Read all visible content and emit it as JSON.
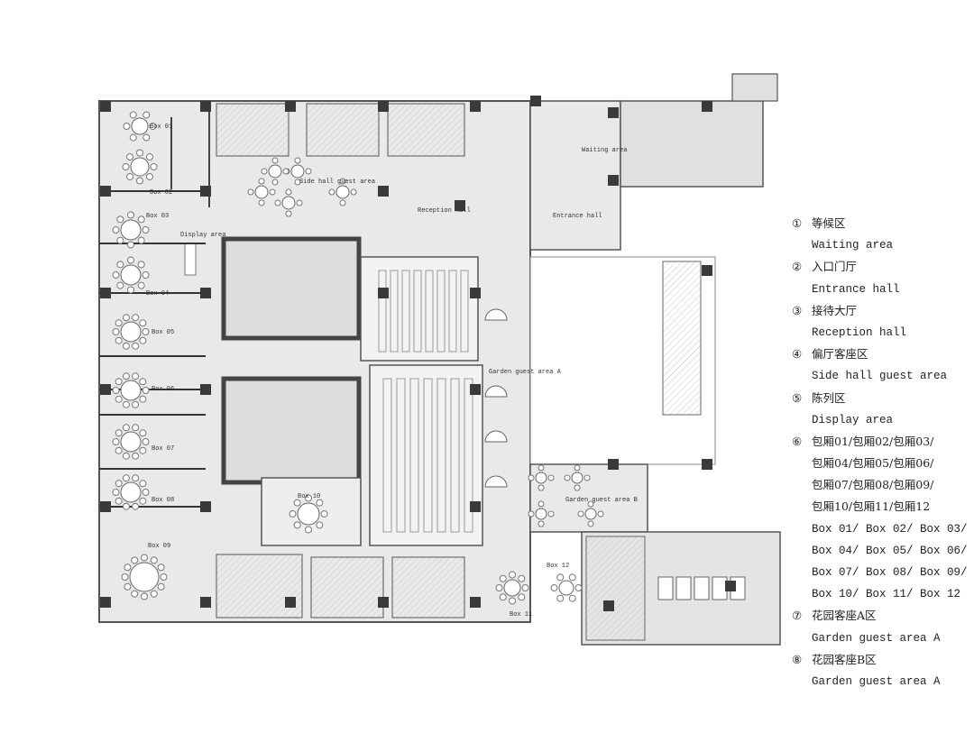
{
  "plan": {
    "area_labels": {
      "waiting": "Waiting area",
      "entrance": "Entrance hall",
      "reception": "Reception hall",
      "side_hall": "Side hall guest area",
      "display": "Display area",
      "garden_a": "Garden guest area A",
      "garden_b": "Garden guest area B"
    },
    "box_labels": [
      "Box 01",
      "Box 02",
      "Box 03",
      "Box 04",
      "Box 05",
      "Box 06",
      "Box 07",
      "Box 08",
      "Box 09",
      "Box 10",
      "Box 11",
      "Box 12"
    ],
    "colors": {
      "floor": "#e9e9e9",
      "wall": "#555555",
      "column": "#3a3a3a",
      "hatch": "#d8d8d8"
    }
  },
  "legend": [
    {
      "num": "①",
      "zh": "等候区",
      "en": [
        "Waiting area"
      ]
    },
    {
      "num": "②",
      "zh": "入口门厅",
      "en": [
        "Entrance hall"
      ]
    },
    {
      "num": "③",
      "zh": "接待大厅",
      "en": [
        "Reception hall"
      ]
    },
    {
      "num": "④",
      "zh": "偏厅客座区",
      "en": [
        "Side hall guest area"
      ]
    },
    {
      "num": "⑤",
      "zh": "陈列区",
      "en": [
        "Display area"
      ]
    },
    {
      "num": "⑥",
      "zh": "包厢01/包厢02/包厢03/",
      "zh_more": [
        "包厢04/包厢05/包厢06/",
        "包厢07/包厢08/包厢09/",
        "包厢10/包厢11/包厢12"
      ],
      "en": [
        "Box 01/ Box 02/ Box 03/",
        "Box 04/ Box 05/ Box 06/",
        "Box 07/ Box 08/ Box 09/",
        "Box 10/ Box 11/ Box 12"
      ]
    },
    {
      "num": "⑦",
      "zh": "花园客座A区",
      "en": [
        "Garden guest area A"
      ]
    },
    {
      "num": "⑧",
      "zh": "花园客座B区",
      "en": [
        "Garden guest area A"
      ]
    }
  ]
}
